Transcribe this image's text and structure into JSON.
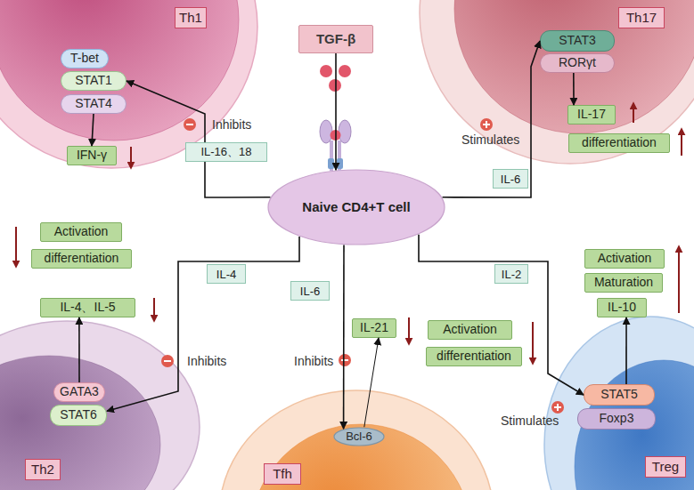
{
  "diagram": {
    "nodes": [
      {
        "text": [
          "TGF-β"
        ]
      },
      {
        "text": [
          "Naive CD4+T cell"
        ]
      },
      {
        "text": [
          "Th1"
        ]
      },
      {
        "text": [
          "T-bet"
        ],
        "in": 2
      },
      {
        "text": [
          "STAT1"
        ],
        "in": 2
      },
      {
        "text": [
          "STAT4"
        ],
        "in": 2
      },
      {
        "text": [
          "IFN-γ"
        ]
      },
      {
        "text": [
          "Th17"
        ]
      },
      {
        "text": [
          "STAT3"
        ],
        "in": 7
      },
      {
        "text": [
          "RORγt"
        ],
        "in": 7
      },
      {
        "text": [
          "IL-17"
        ]
      },
      {
        "text": [
          "differentiation"
        ]
      },
      {
        "text": [
          "Activation"
        ]
      },
      {
        "text": [
          "differentiation"
        ]
      },
      {
        "text": [
          "IL-4、IL-5"
        ]
      },
      {
        "text": [
          "Activation"
        ]
      },
      {
        "text": [
          "Maturation"
        ]
      },
      {
        "text": [
          "IL-10"
        ]
      },
      {
        "text": [
          "Th2"
        ]
      },
      {
        "text": [
          "GATA3"
        ],
        "in": 18
      },
      {
        "text": [
          "STAT6"
        ],
        "in": 18
      },
      {
        "text": [
          "IL-21"
        ]
      },
      {
        "text": [
          "Activation"
        ]
      },
      {
        "text": [
          "differentiation"
        ]
      },
      {
        "text": [
          "Tfh"
        ]
      },
      {
        "text": [
          "Bcl-6"
        ],
        "in": 24
      },
      {
        "text": [
          "Treg"
        ]
      },
      {
        "text": [
          "STAT5"
        ],
        "in": 26
      },
      {
        "text": [
          "Foxp3"
        ],
        "in": 26
      }
    ],
    "edges": [
      {
        "from": 0,
        "to": 1,
        "arrow": "to"
      },
      {
        "from": 1,
        "to": 4,
        "label": "IL-16、18",
        "arrow": "to"
      },
      {
        "from": 1,
        "to": 8,
        "label": "IL-6",
        "arrow": "to"
      },
      {
        "from": 1,
        "to": 20,
        "label": "IL-4",
        "arrow": "to"
      },
      {
        "from": 1,
        "to": 25,
        "label": "IL-6",
        "arrow": "to"
      },
      {
        "from": 1,
        "to": 27,
        "label": "IL-2",
        "arrow": "to"
      },
      {
        "from": 5,
        "to": 6,
        "arrow": "to"
      },
      {
        "from": 9,
        "to": 10,
        "arrow": "to"
      },
      {
        "from": 19,
        "to": 14,
        "arrow": "to"
      },
      {
        "from": 25,
        "to": 21,
        "arrow": "to"
      },
      {
        "from": 27,
        "to": 17,
        "arrow": "to"
      }
    ],
    "labels": [
      "Inhibits",
      "Stimulates",
      "Inhibits",
      "Inhibits",
      "Stimulates"
    ]
  }
}
